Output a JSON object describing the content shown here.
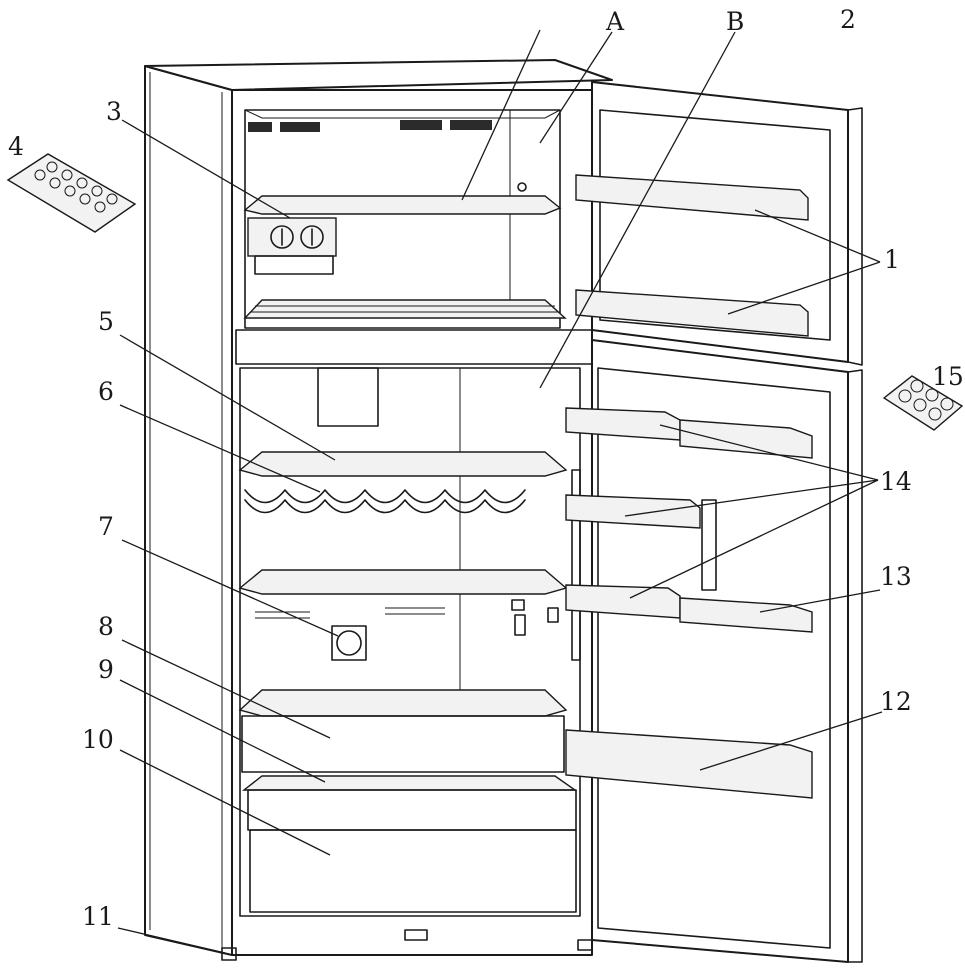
{
  "labels": {
    "A": "A",
    "B": "B",
    "n1": "1",
    "n2": "2",
    "n3": "3",
    "n4": "4",
    "n5": "5",
    "n6": "6",
    "n7": "7",
    "n8": "8",
    "n9": "9",
    "n10": "10",
    "n11": "11",
    "n12": "12",
    "n13": "13",
    "n14": "14",
    "n15": "15"
  },
  "colors": {
    "line": "#1a1a1a",
    "background": "#ffffff"
  }
}
